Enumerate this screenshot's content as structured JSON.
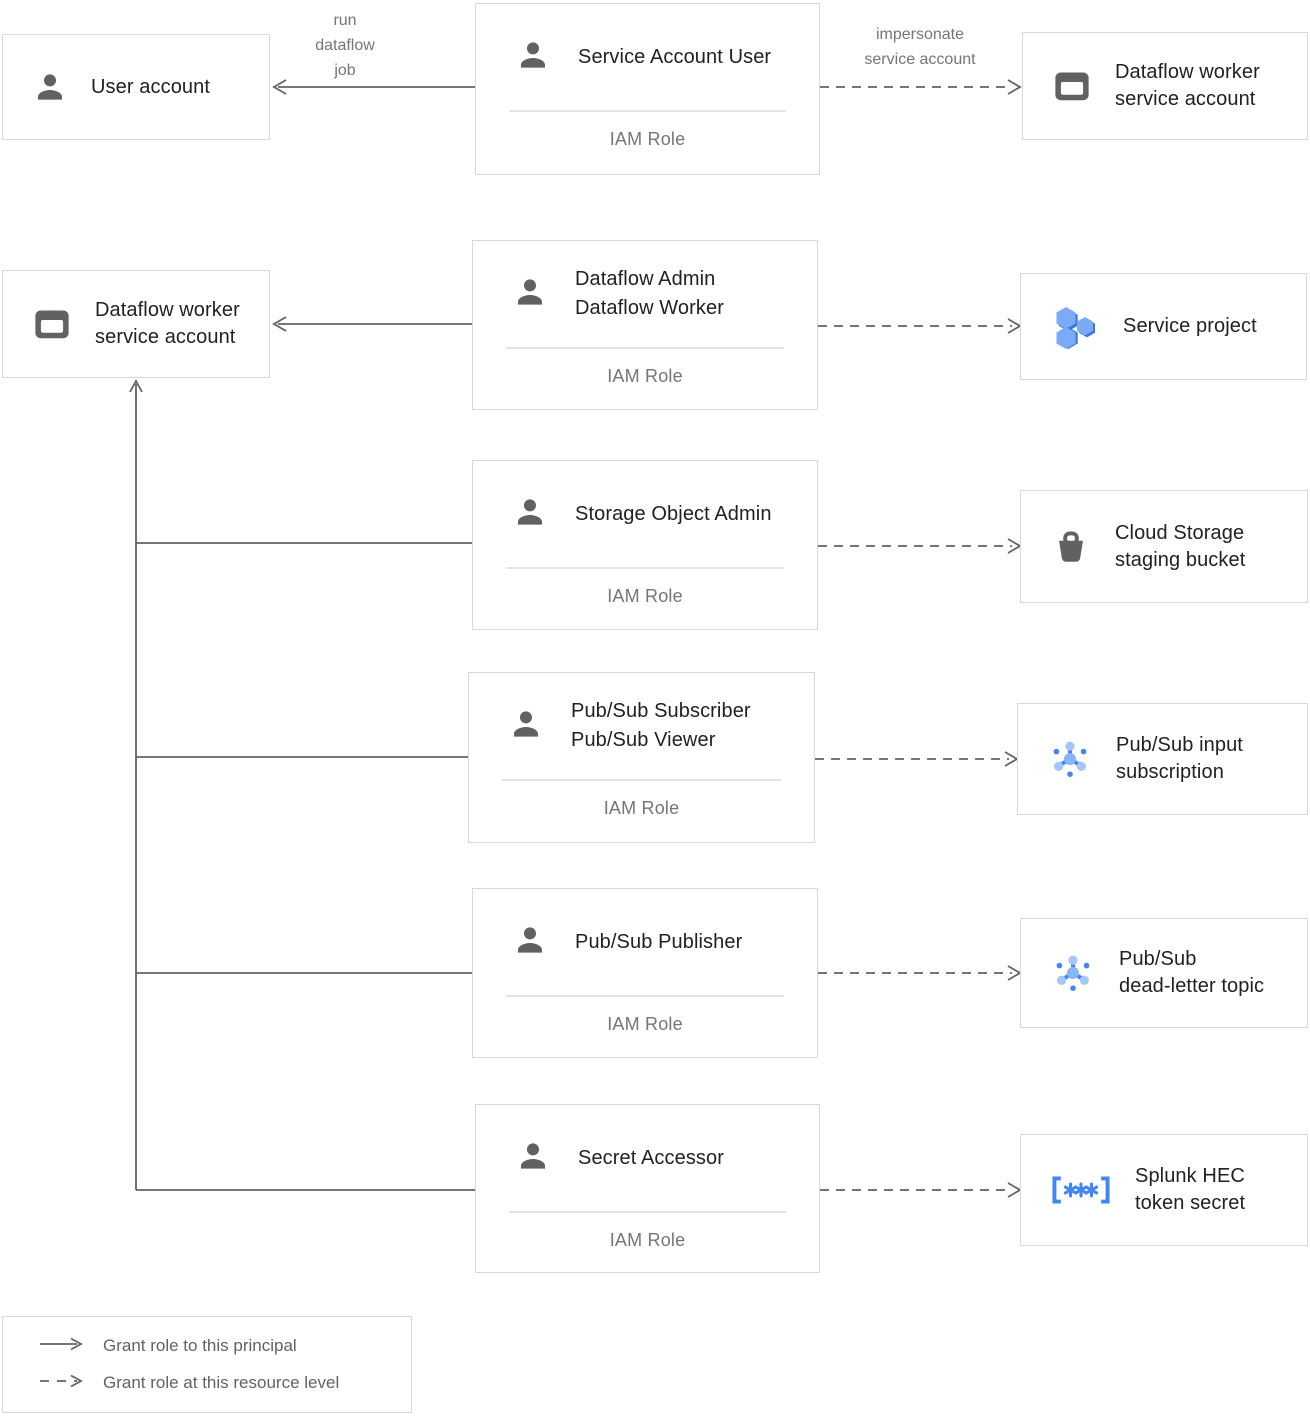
{
  "labels": {
    "iam_role": "IAM Role"
  },
  "nodes": {
    "user_account": {
      "label": "User account"
    },
    "service_account_user": {
      "title": "Service Account User"
    },
    "dataflow_worker_sa_right": {
      "label": "Dataflow worker\nservice account"
    },
    "dataflow_worker_sa_left": {
      "label": "Dataflow worker\nservice account"
    },
    "dataflow_admin_worker": {
      "title": "Dataflow Admin\nDataflow Worker"
    },
    "service_project": {
      "label": "Service project"
    },
    "storage_object_admin": {
      "title": "Storage Object Admin"
    },
    "cloud_storage_bucket": {
      "label": "Cloud Storage\nstaging bucket"
    },
    "pubsub_subscriber_viewer": {
      "title": "Pub/Sub Subscriber\nPub/Sub Viewer"
    },
    "pubsub_input_subscription": {
      "label": "Pub/Sub input\nsubscription"
    },
    "pubsub_publisher": {
      "title": "Pub/Sub Publisher"
    },
    "pubsub_dead_letter_topic": {
      "label": "Pub/Sub\ndead-letter topic"
    },
    "secret_accessor": {
      "title": "Secret Accessor"
    },
    "splunk_hec_token_secret": {
      "label": "Splunk HEC\ntoken secret"
    }
  },
  "edge_labels": {
    "run_dataflow_job": "run\ndataflow\njob",
    "impersonate_service_account": "impersonate\nservice account"
  },
  "legend": {
    "solid": "Grant role to this principal",
    "dashed": "Grant role at this resource level"
  },
  "colors": {
    "line": "#5f6368",
    "box_border": "#d6d8da",
    "title_text": "#212121",
    "secondary_text": "#757575",
    "icon_gray": "#616161",
    "blue": "#4285f4",
    "blue_light": "#a4c6f9",
    "blue_medium": "#8ab4f8"
  }
}
